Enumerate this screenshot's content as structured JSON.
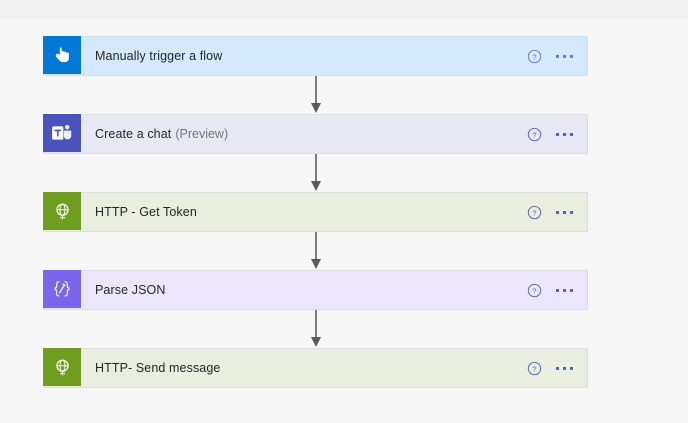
{
  "canvas": {
    "background_color": "#f7f7f7",
    "top_band_color": "#f1f1f1"
  },
  "colors": {
    "trigger_accent": "#0078d7",
    "teams_accent": "#4b53bc",
    "http_accent": "#6f9e1f",
    "json_accent": "#7a66ea",
    "connector": "#5a5a5a",
    "help_icon": "#5b7fd4",
    "menu_dot": "#4b66c6"
  },
  "flow": {
    "steps": [
      {
        "id": "manually-trigger-a-flow",
        "title": "Manually trigger a flow",
        "subtitle": "",
        "icon": "touch-pointer-icon",
        "theme": "c-trigger",
        "help_label": "?",
        "menu_label": "..."
      },
      {
        "id": "create-a-chat",
        "title": "Create a chat",
        "subtitle": "(Preview)",
        "icon": "microsoft-teams-icon",
        "theme": "c-teams",
        "help_label": "?",
        "menu_label": "..."
      },
      {
        "id": "http-get-token",
        "title": "HTTP - Get Token",
        "subtitle": "",
        "icon": "globe-icon",
        "theme": "c-http",
        "help_label": "?",
        "menu_label": "..."
      },
      {
        "id": "parse-json",
        "title": "Parse JSON",
        "subtitle": "",
        "icon": "json-braces-icon",
        "theme": "c-json",
        "help_label": "?",
        "menu_label": "..."
      },
      {
        "id": "http-send-message",
        "title": "HTTP- Send message",
        "subtitle": "",
        "icon": "globe-icon",
        "theme": "c-http",
        "help_label": "?",
        "menu_label": "..."
      }
    ]
  }
}
